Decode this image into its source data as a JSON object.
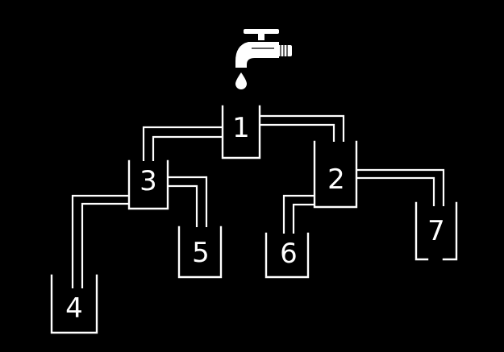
{
  "puzzle": {
    "colors": {
      "background": "#000000",
      "line": "#ffffff",
      "label": "#ffffff"
    },
    "tap": {
      "icon": "water-faucet-icon",
      "drop_icon": "water-drop-icon"
    },
    "containers": [
      {
        "id": "c1",
        "label": "1"
      },
      {
        "id": "c2",
        "label": "2"
      },
      {
        "id": "c3",
        "label": "3"
      },
      {
        "id": "c4",
        "label": "4"
      },
      {
        "id": "c5",
        "label": "5"
      },
      {
        "id": "c6",
        "label": "6"
      },
      {
        "id": "c7",
        "label": "7"
      }
    ]
  }
}
